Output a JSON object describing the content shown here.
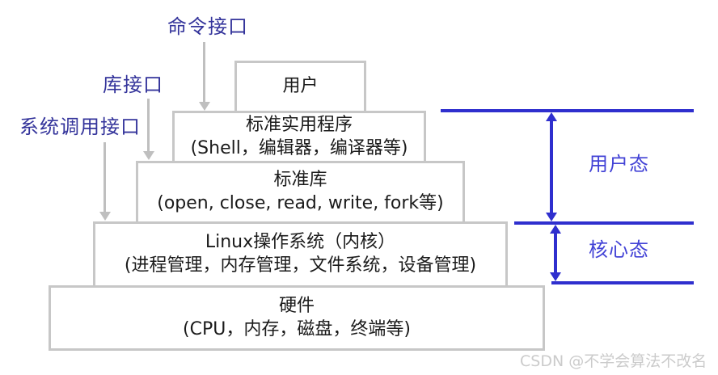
{
  "diagram": {
    "interfaces": [
      {
        "label": "命令接口"
      },
      {
        "label": "库接口"
      },
      {
        "label": "系统调用接口"
      }
    ],
    "layers": [
      {
        "title": "用户",
        "subtitle": ""
      },
      {
        "title": "标准实用程序",
        "subtitle": "(Shell，编辑器，编译器等)"
      },
      {
        "title": "标准库",
        "subtitle": "(open, close, read, write, fork等)"
      },
      {
        "title": "Linux操作系统（内核）",
        "subtitle": "(进程管理，内存管理，文件系统，设备管理)"
      },
      {
        "title": "硬件",
        "subtitle": "(CPU，内存，磁盘，终端等)"
      }
    ],
    "modes": [
      {
        "label": "用户态"
      },
      {
        "label": "核心态"
      }
    ],
    "colors": {
      "interface_label": "#34349B",
      "mode_blue": "#2F2FCE",
      "box_border": "#C7C7C7",
      "gray_arrow": "#BFBFBF",
      "box_text": "#1B1B1B",
      "watermark": "#CBCBCB"
    }
  },
  "watermark": {
    "text": "CSDN @不学会算法不改名"
  }
}
